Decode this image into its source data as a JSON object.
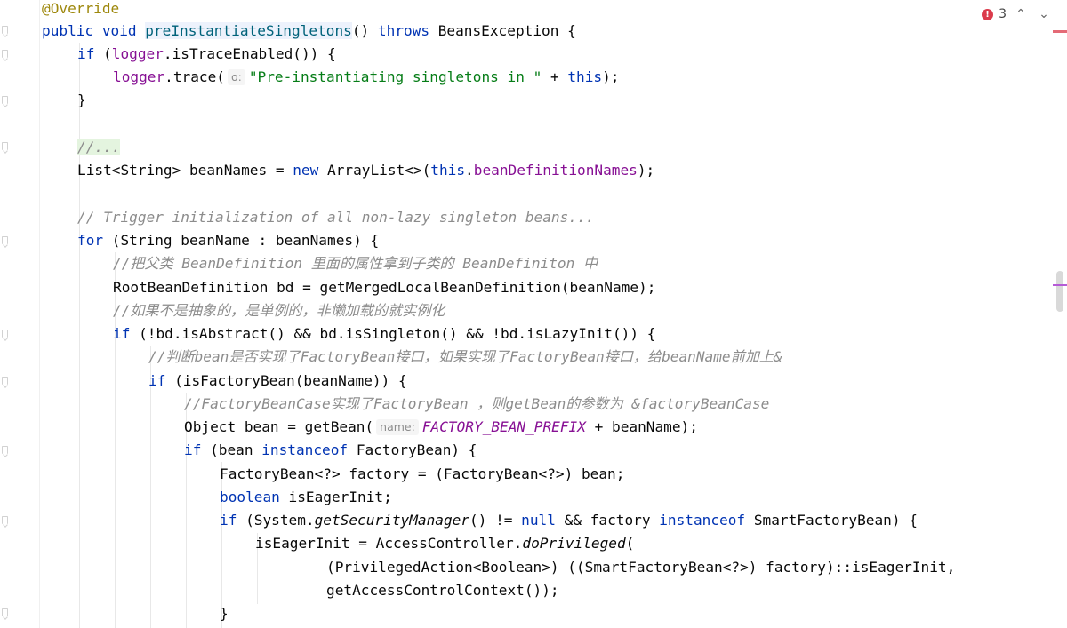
{
  "toolbar": {
    "error_count": "3",
    "error_icon": "!",
    "prev_label": "⌃",
    "next_label": "⌄"
  },
  "code": {
    "override": "@Override",
    "l1_mod": "public void ",
    "l1_name": "preInstantiateSingletons",
    "l1_sig": "() ",
    "l1_throws": "throws",
    "l1_rest": " BeansException {",
    "l2_if": "if",
    "l2_rest": " (",
    "l2_logger": "logger",
    "l2_rest2": ".isTraceEnabled()) {",
    "l3_logger": "logger",
    "l3_call": ".trace(",
    "l3_hint": "o:",
    "l3_str": "\"Pre-instantiating singletons in \"",
    "l3_plus": " + ",
    "l3_this": "this",
    "l3_end": ");",
    "l4": "}",
    "l5_fold": "//...",
    "l6_a": "List<String> beanNames = ",
    "l6_new": "new",
    "l6_b": " ArrayList<>(",
    "l6_this": "this",
    "l6_dot": ".",
    "l6_field": "beanDefinitionNames",
    "l6_end": ");",
    "l7_comment": "// Trigger initialization of all non-lazy singleton beans...",
    "l8_for": "for",
    "l8_rest": " (String beanName : beanNames) {",
    "l9_comment": "//把父类 BeanDefinition 里面的属性拿到子类的 BeanDefiniton 中",
    "l10": "RootBeanDefinition bd = getMergedLocalBeanDefinition(beanName);",
    "l11_comment": "//如果不是抽象的，是单例的，非懒加载的就实例化",
    "l12_if": "if",
    "l12_rest": " (!bd.isAbstract() && bd.isSingleton() && !bd.isLazyInit()) {",
    "l13_comment": "//判断bean是否实现了FactoryBean接口，如果实现了FactoryBean接口，给beanName前加上&",
    "l14_if": "if",
    "l14_rest": " (isFactoryBean(beanName)) {",
    "l15_comment": "//FactoryBeanCase实现了FactoryBean ，则getBean的参数为 &factoryBeanCase",
    "l16_a": "Object bean = getBean(",
    "l16_hint": "name:",
    "l16_const": "FACTORY_BEAN_PREFIX",
    "l16_end": " + beanName);",
    "l17_if": "if",
    "l17_a": " (bean ",
    "l17_instanceof": "instanceof",
    "l17_end": " FactoryBean) {",
    "l18": "FactoryBean<?> factory = (FactoryBean<?>) bean;",
    "l19_boolean": "boolean",
    "l19_rest": " isEagerInit;",
    "l20_if": "if",
    "l20_a": " (System.",
    "l20_static": "getSecurityManager",
    "l20_b": "() != ",
    "l20_null": "null",
    "l20_c": " && factory ",
    "l20_instanceof": "instanceof",
    "l20_end": " SmartFactoryBean) {",
    "l21_a": "isEagerInit = AccessController.",
    "l21_static": "doPrivileged",
    "l21_end": "(",
    "l22": "(PrivilegedAction<Boolean>) ((SmartFactoryBean<?>) factory)::isEagerInit,",
    "l23": "getAccessControlContext());",
    "l24": "}"
  }
}
